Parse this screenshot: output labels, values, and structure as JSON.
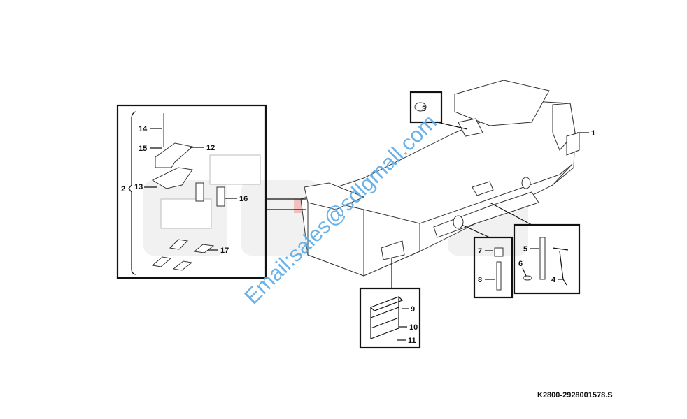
{
  "drawing_code": "K2800-2928001578.S",
  "watermark": {
    "brand": "SDLG",
    "email": "Email:sales@sdlgmall.com"
  },
  "callouts": {
    "c1": "1",
    "c2": "2",
    "c3": "3",
    "c4": "4",
    "c5": "5",
    "c6": "6",
    "c7": "7",
    "c8": "8",
    "c9": "9",
    "c10": "10",
    "c11": "11",
    "c12": "12",
    "c13": "13",
    "c14": "14",
    "c15": "15",
    "c16": "16",
    "c17": "17"
  }
}
